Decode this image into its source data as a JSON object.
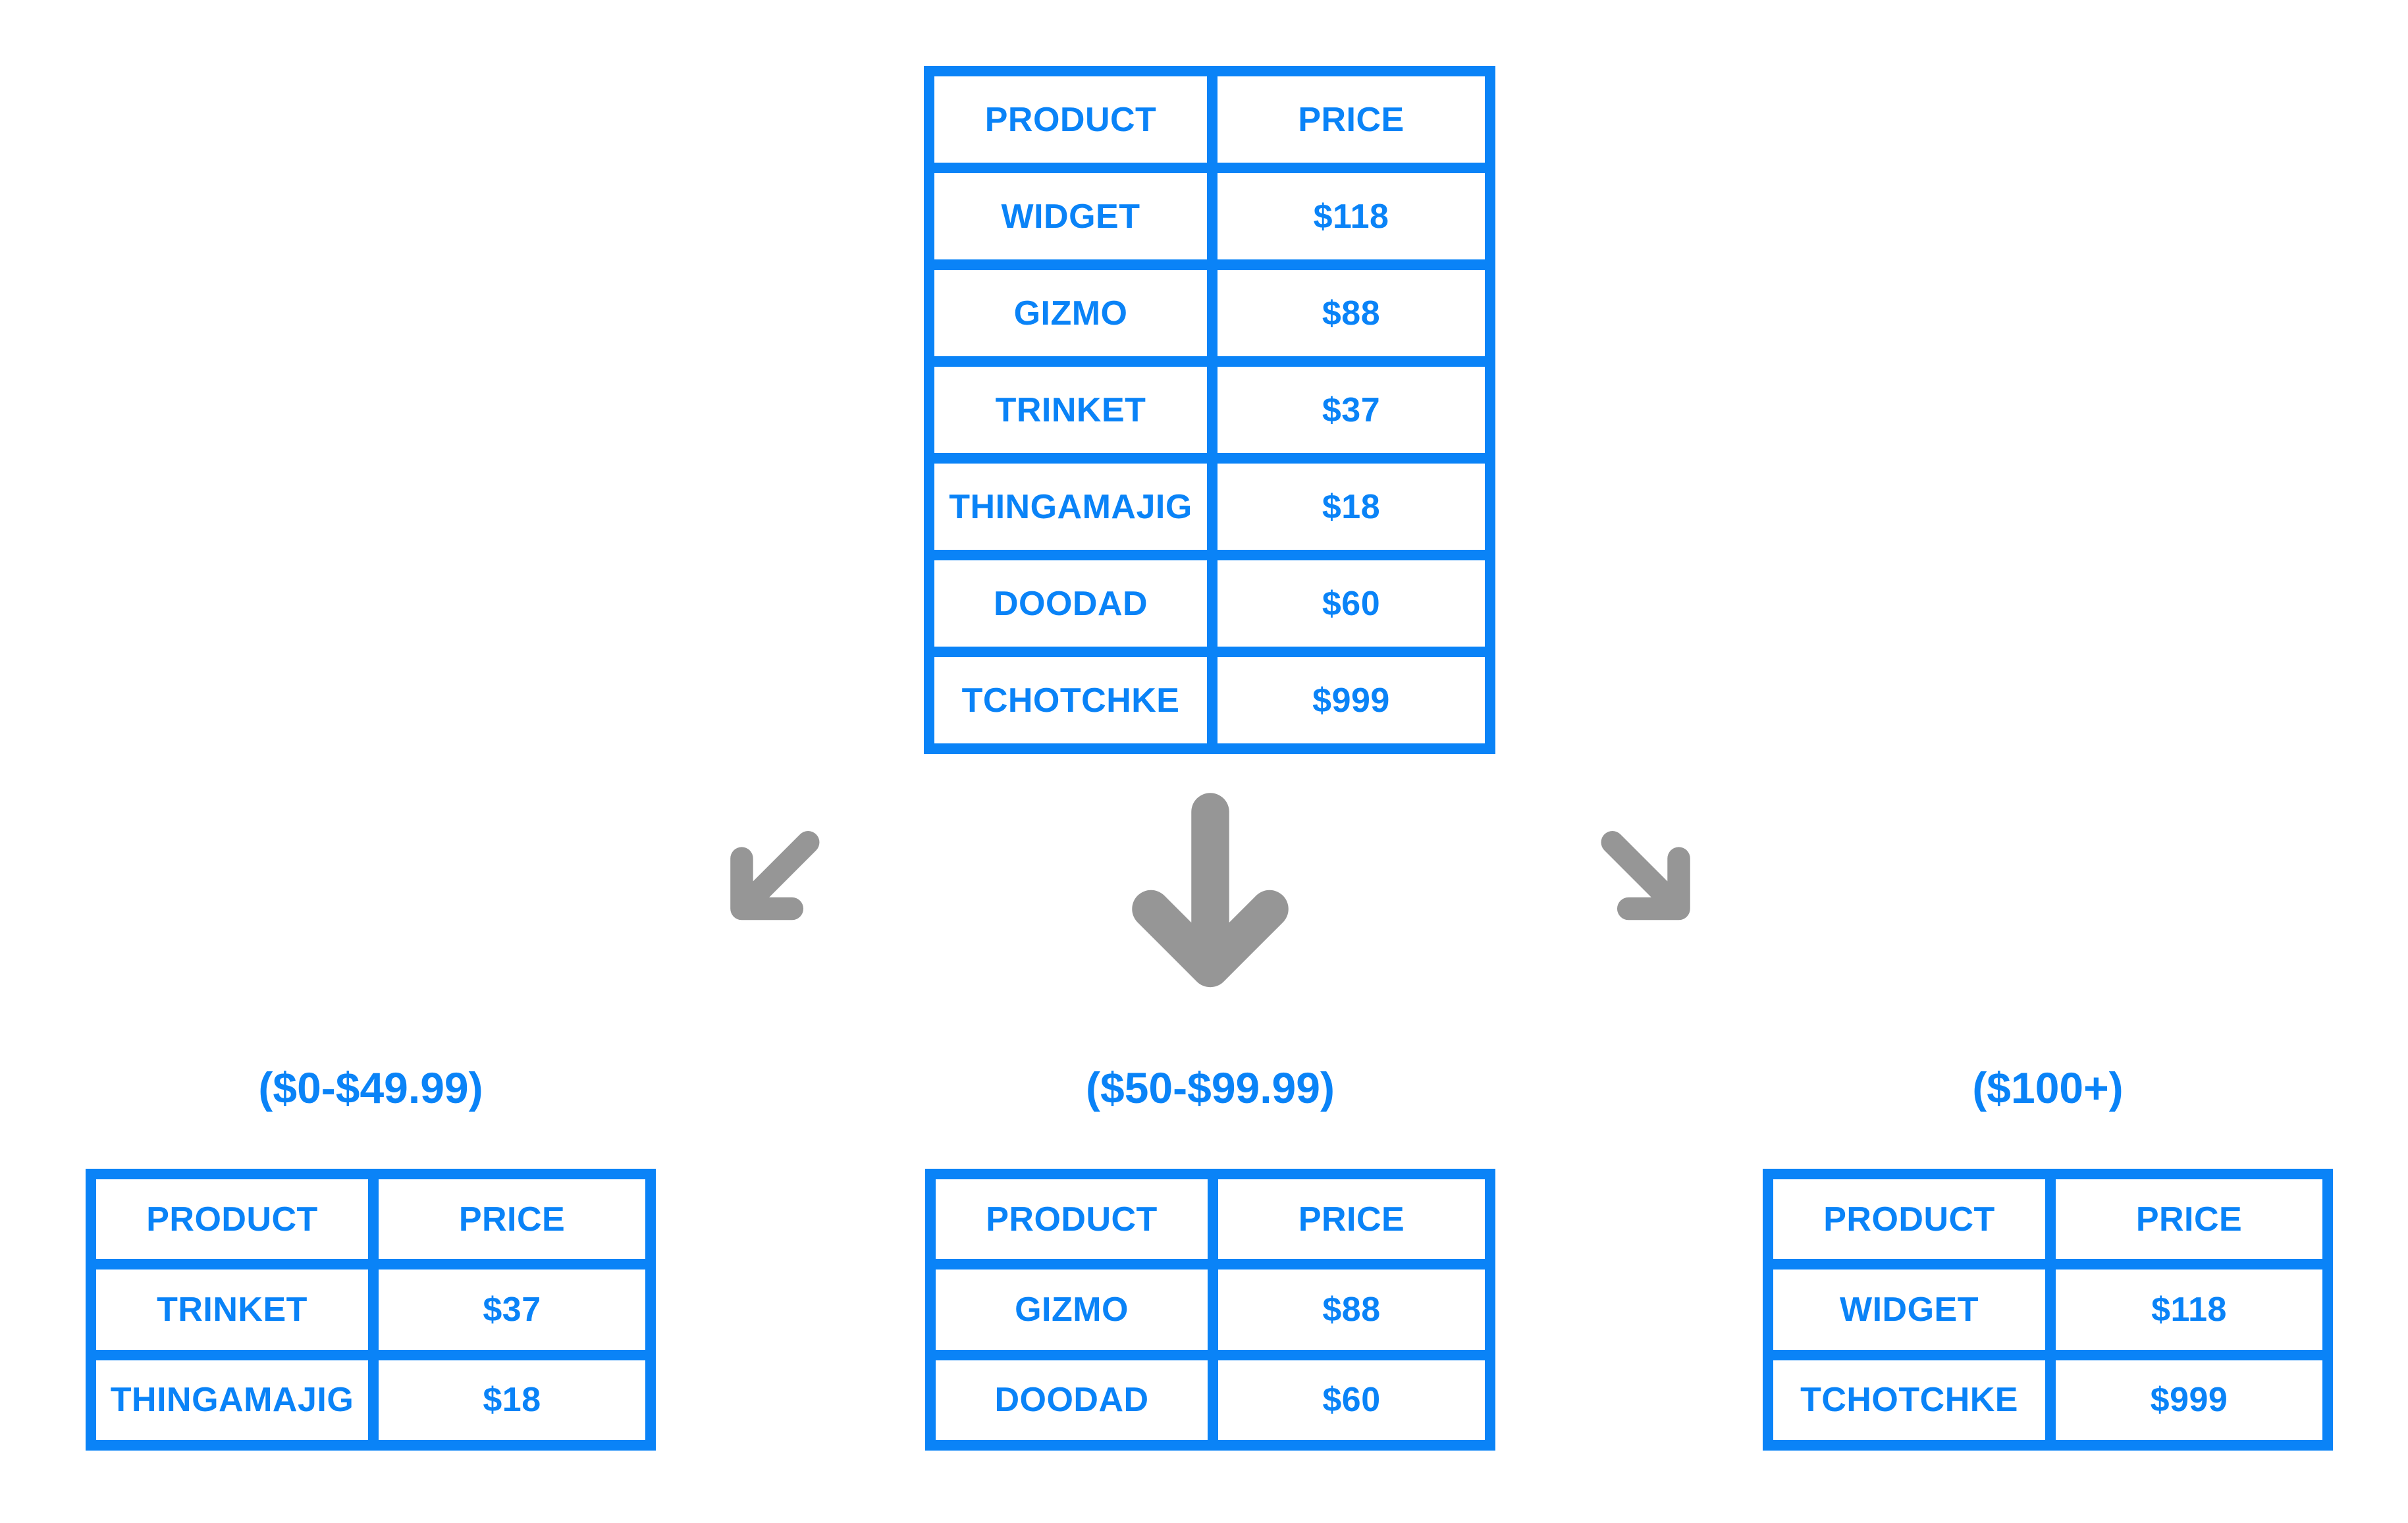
{
  "colors": {
    "accent": "#0a83f7",
    "arrow_gray": "#969696",
    "cell_bg": "#ffffff",
    "page_bg": "#ffffff"
  },
  "source_table": {
    "headers": [
      "PRODUCT",
      "PRICE"
    ],
    "rows": [
      [
        "WIDGET",
        "$118"
      ],
      [
        "GIZMO",
        "$88"
      ],
      [
        "TRINKET",
        "$37"
      ],
      [
        "THINGAMAJIG",
        "$18"
      ],
      [
        "DOODAD",
        "$60"
      ],
      [
        "TCHOTCHKE",
        "$999"
      ]
    ]
  },
  "branches": [
    {
      "range_label": "($0-$49.99)",
      "arrow_icon": "arrow-down-left-icon",
      "headers": [
        "PRODUCT",
        "PRICE"
      ],
      "rows": [
        [
          "TRINKET",
          "$37"
        ],
        [
          "THINGAMAJIG",
          "$18"
        ]
      ]
    },
    {
      "range_label": "($50-$99.99)",
      "arrow_icon": "arrow-down-icon",
      "headers": [
        "PRODUCT",
        "PRICE"
      ],
      "rows": [
        [
          "GIZMO",
          "$88"
        ],
        [
          "DOODAD",
          "$60"
        ]
      ]
    },
    {
      "range_label": "($100+)",
      "arrow_icon": "arrow-down-right-icon",
      "headers": [
        "PRODUCT",
        "PRICE"
      ],
      "rows": [
        [
          "WIDGET",
          "$118"
        ],
        [
          "TCHOTCHKE",
          "$999"
        ]
      ]
    }
  ]
}
